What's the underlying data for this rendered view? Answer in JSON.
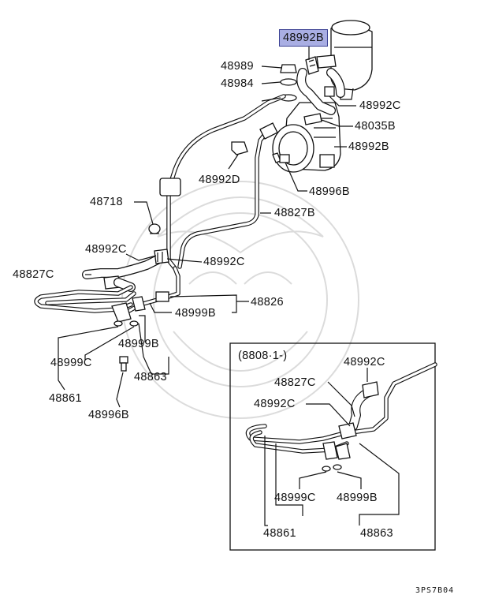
{
  "diagram": {
    "inset_range": "(8808·1-)",
    "reference_code": "3PS7B04",
    "highlighted_part": "48992B",
    "labels": {
      "p48992B_top": "48992B",
      "p48989": "48989",
      "p48984": "48984",
      "p48992C_a": "48992C",
      "p48035B": "48035B",
      "p48992B_b": "48992B",
      "p48992D": "48992D",
      "p48996B_a": "48996B",
      "p48718": "48718",
      "p48827B": "48827B",
      "p48992C_b": "48992C",
      "p48827C": "48827C",
      "p48992C_c": "48992C",
      "p48826": "48826",
      "p48999B_a": "48999B",
      "p48999B_b": "48999B",
      "p48999C": "48999C",
      "p48863": "48863",
      "p48861": "48861",
      "p48996B_b": "48996B"
    },
    "inset_labels": {
      "p48992C_a": "48992C",
      "p48827C": "48827C",
      "p48992C_b": "48992C",
      "p48999C": "48999C",
      "p48999B": "48999B",
      "p48861": "48861",
      "p48863": "48863"
    }
  }
}
